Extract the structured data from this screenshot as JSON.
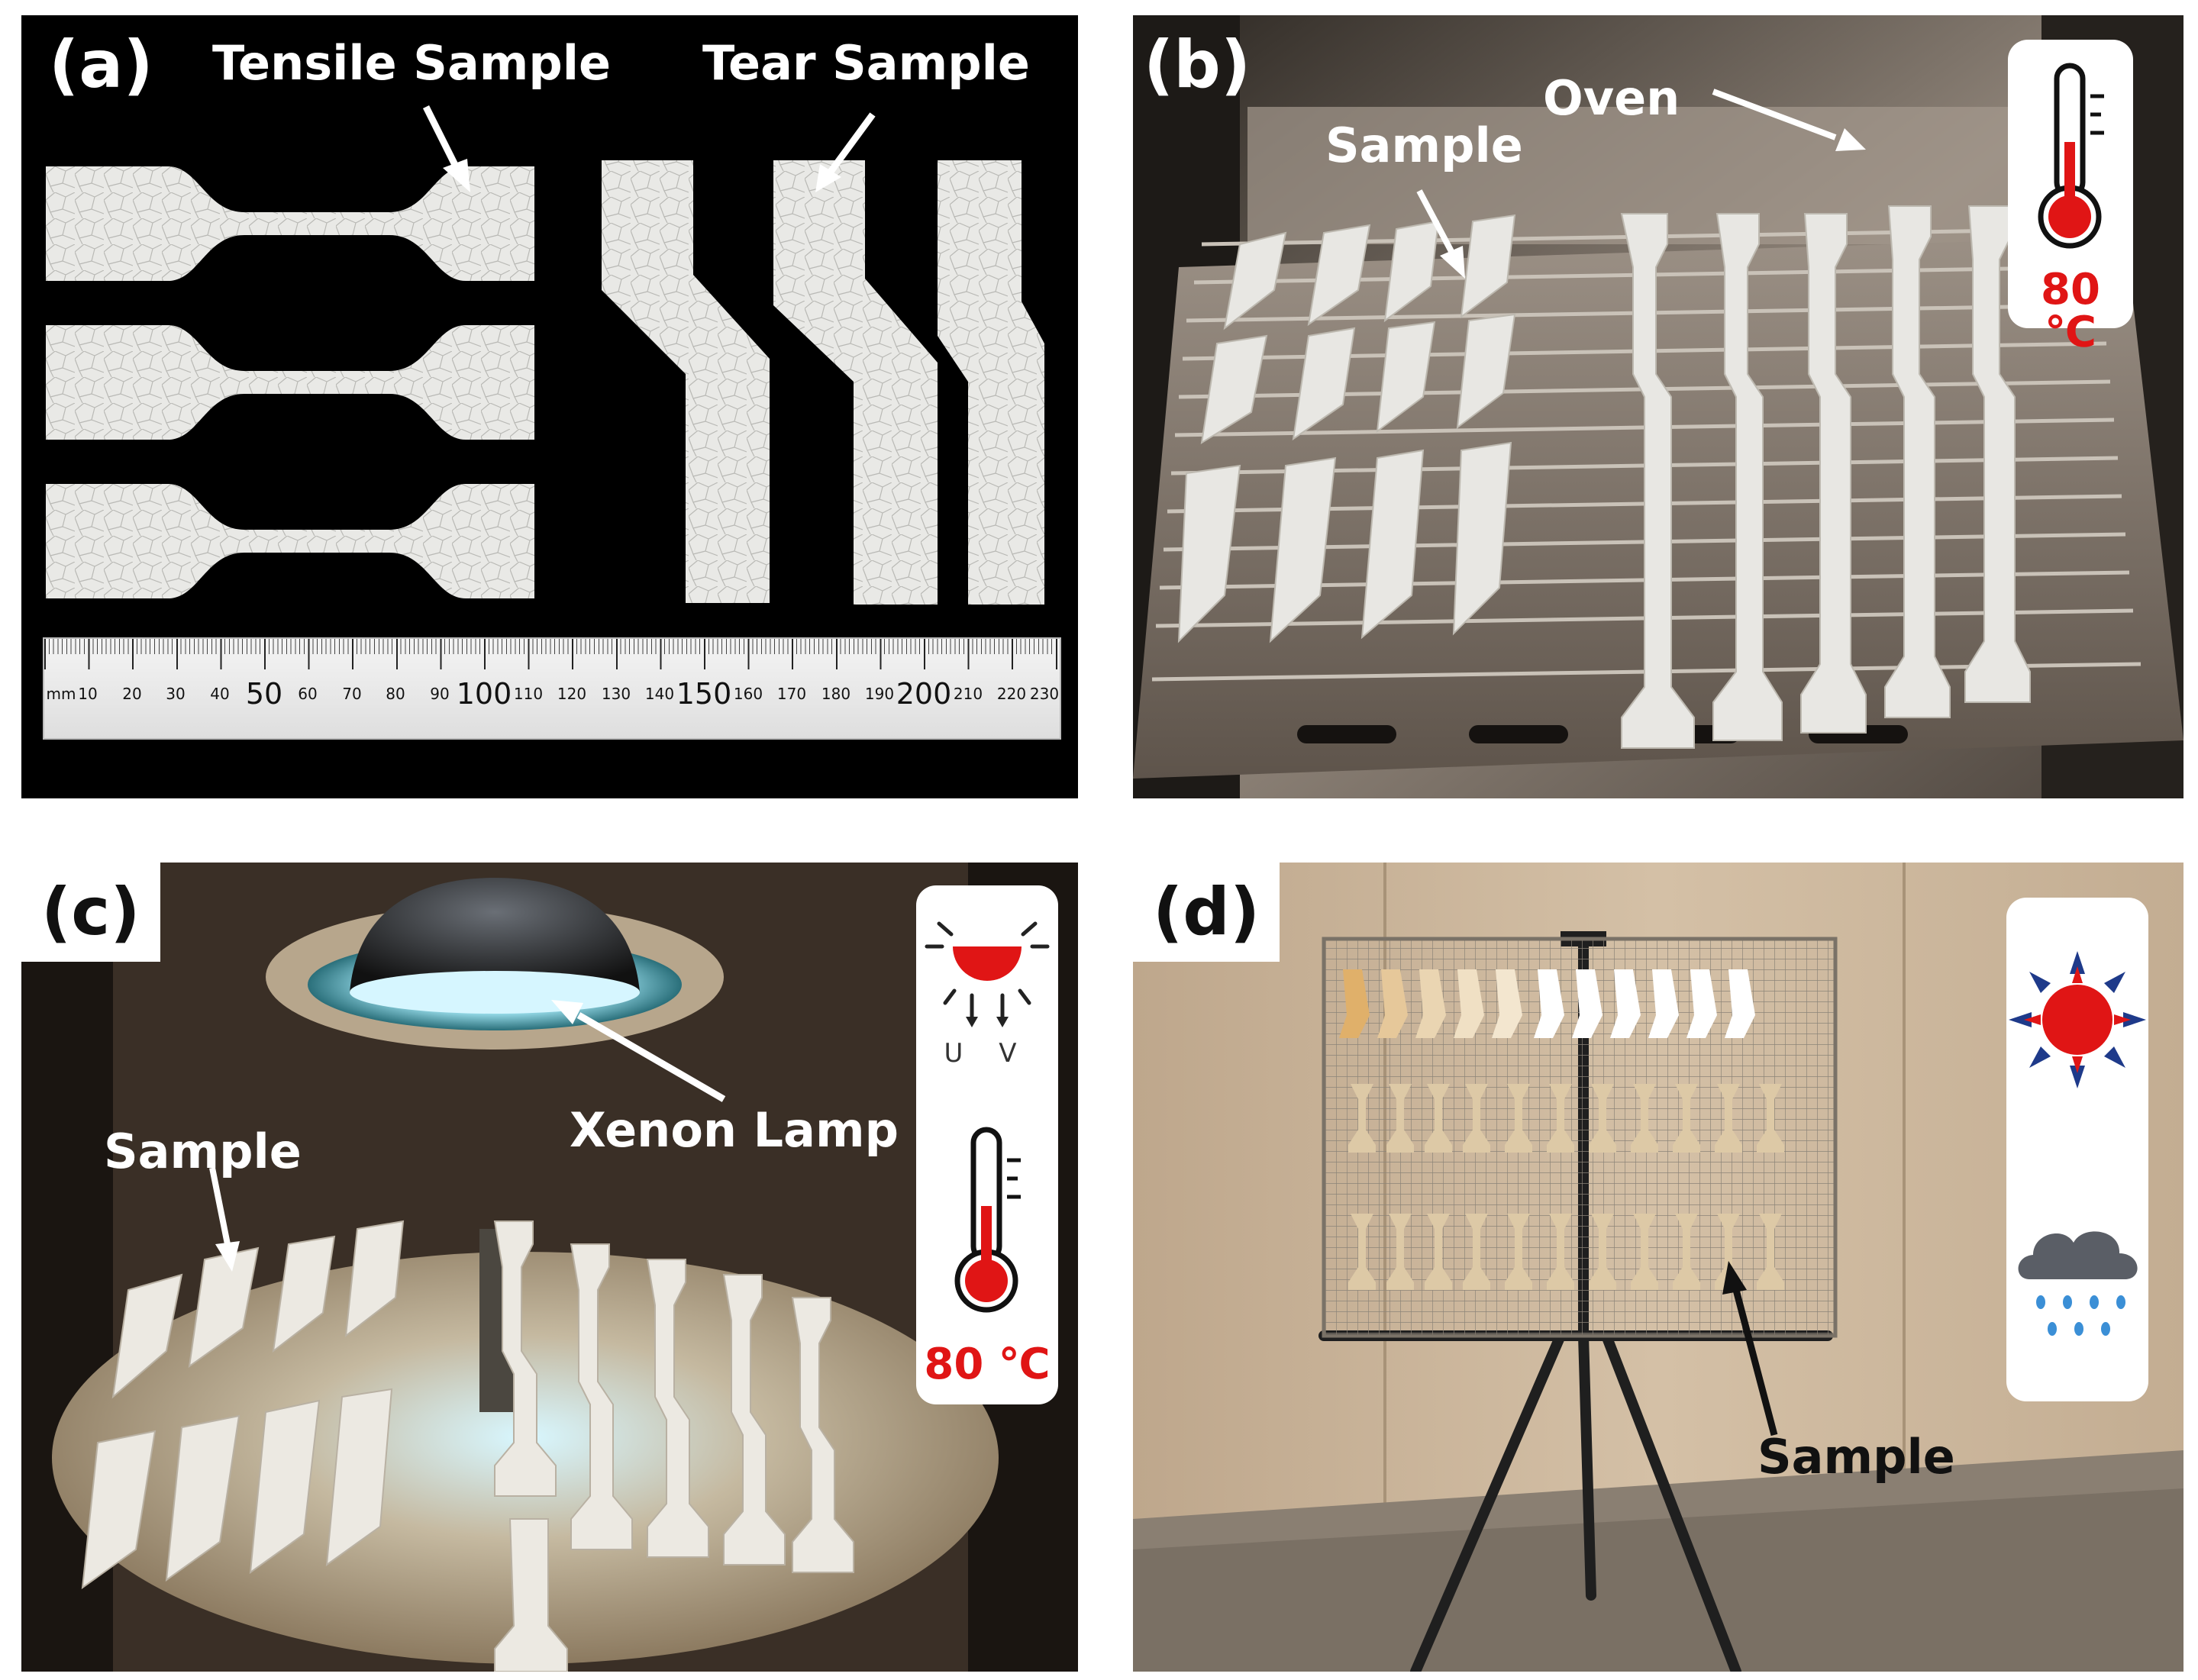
{
  "panels": {
    "a": {
      "label": "(a)",
      "tensile_label": "Tensile Sample",
      "tear_label": "Tear Sample",
      "ruler_unit": "mm",
      "ruler_ticks": [
        "10",
        "20",
        "30",
        "40",
        "50",
        "60",
        "70",
        "80",
        "90",
        "100",
        "110",
        "120",
        "130",
        "140",
        "150",
        "160",
        "170",
        "180",
        "190",
        "200",
        "210",
        "220",
        "230"
      ]
    },
    "b": {
      "label": "(b)",
      "sample_label": "Sample",
      "oven_label": "Oven",
      "temperature": "80 ℃"
    },
    "c": {
      "label": "(c)",
      "sample_label": "Sample",
      "lamp_label": "Xenon Lamp",
      "uv_label": "U V",
      "temperature": "80 ℃"
    },
    "d": {
      "label": "(d)",
      "sample_label": "Sample"
    }
  },
  "colors": {
    "accent_red": "#e01515",
    "foam_white": "#ecebe6",
    "oven_steel": "#8d8278",
    "wall_beige": "#c9b49a"
  },
  "icons": [
    "thermometer-icon",
    "uv-lamp-icon",
    "sun-icon",
    "rain-cloud-icon"
  ]
}
